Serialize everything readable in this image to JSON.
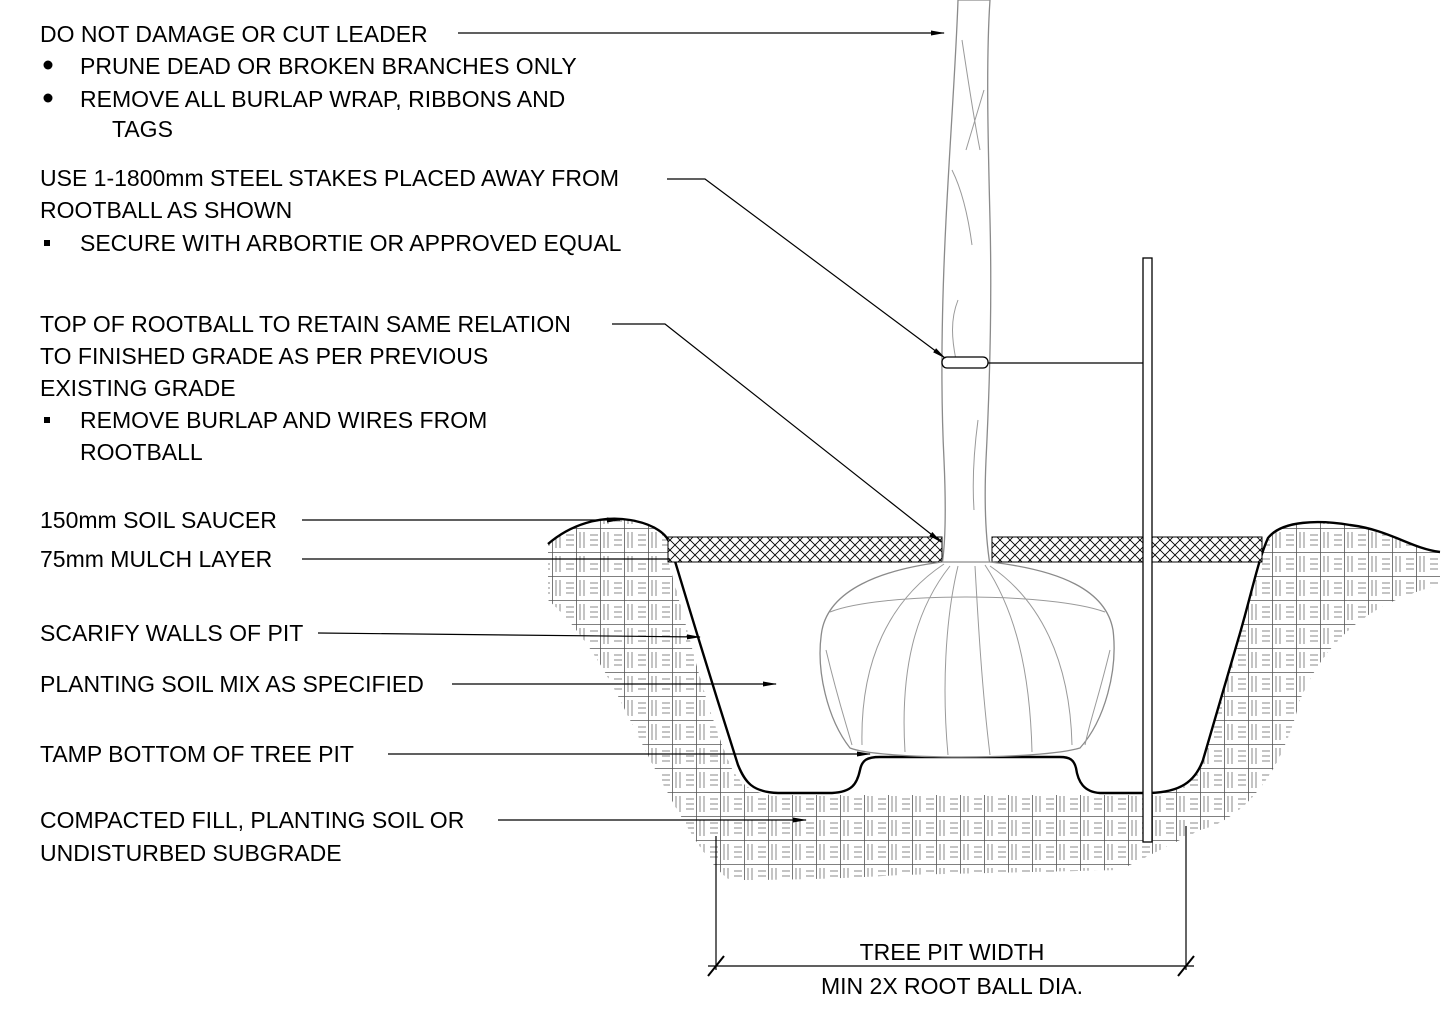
{
  "notes": {
    "leader": {
      "main": "DO NOT DAMAGE OR CUT LEADER",
      "bullets": [
        "PRUNE DEAD OR BROKEN BRANCHES ONLY",
        "REMOVE ALL BURLAP WRAP, RIBBONS AND"
      ],
      "continuation": "TAGS"
    },
    "stakes": {
      "line1": "USE 1-1800mm STEEL STAKES PLACED AWAY FROM",
      "line2": "ROOTBALL AS SHOWN",
      "bullet": "SECURE WITH ARBORTIE OR APPROVED EQUAL"
    },
    "rootball": {
      "line1": "TOP OF ROOTBALL TO RETAIN SAME RELATION",
      "line2": "TO FINISHED GRADE AS PER PREVIOUS",
      "line3": "EXISTING GRADE",
      "bullet": "REMOVE BURLAP AND WIRES FROM",
      "continuation": "ROOTBALL"
    },
    "saucer": "150mm SOIL SAUCER",
    "mulch": "75mm MULCH LAYER",
    "scarify": "SCARIFY WALLS OF PIT",
    "planting_soil": "PLANTING SOIL MIX AS SPECIFIED",
    "tamp": "TAMP BOTTOM OF TREE PIT",
    "fill": {
      "line1": "COMPACTED FILL, PLANTING SOIL OR",
      "line2": "UNDISTURBED SUBGRADE"
    }
  },
  "dimension": {
    "line1": "TREE PIT WIDTH",
    "line2": "MIN 2X ROOT BALL DIA."
  }
}
